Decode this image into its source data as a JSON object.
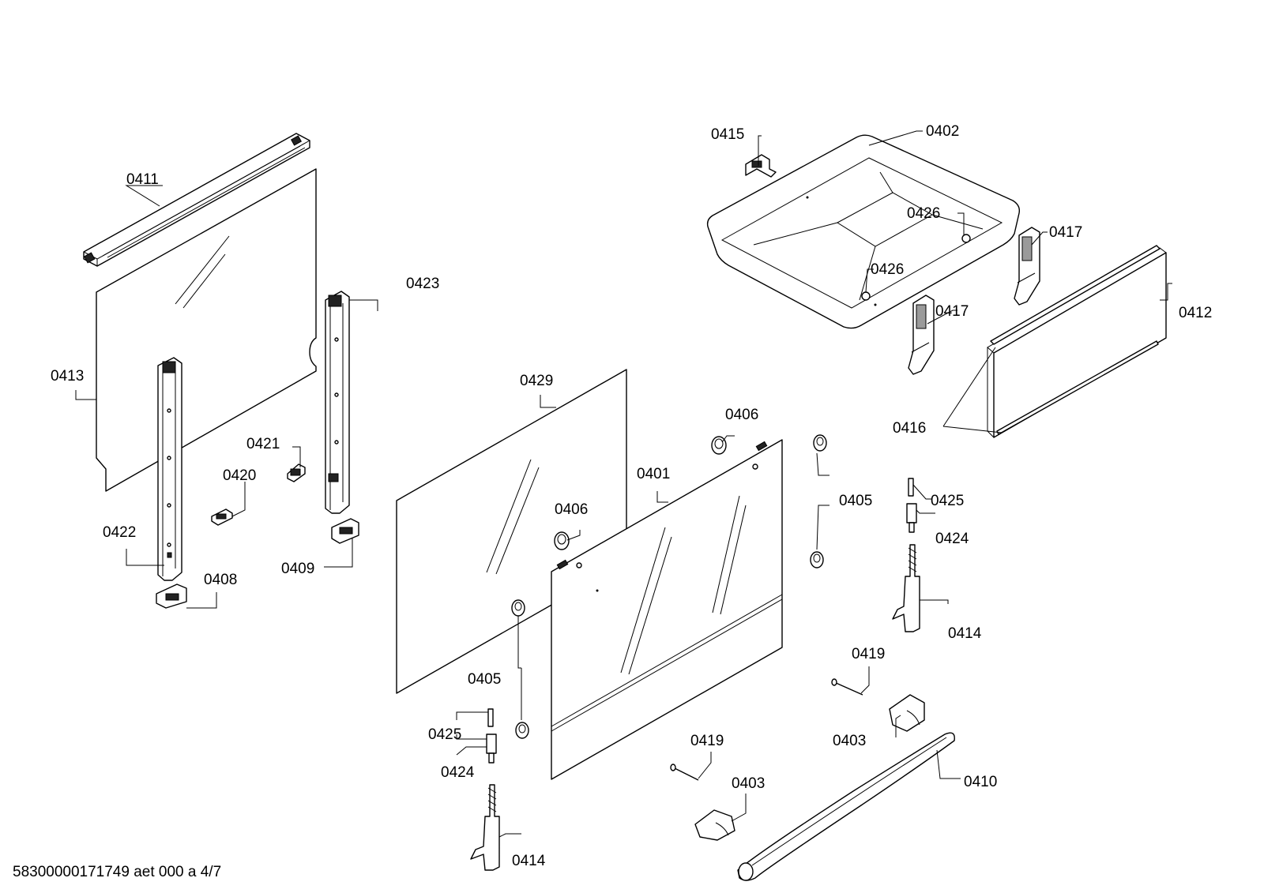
{
  "diagram": {
    "footer_code": "58300000171749 aet 000 a 4/7",
    "labels": {
      "p0401": "0401",
      "p0402": "0402",
      "p0403a": "0403",
      "p0403b": "0403",
      "p0405a": "0405",
      "p0405b": "0405",
      "p0406a": "0406",
      "p0406b": "0406",
      "p0408": "0408",
      "p0409": "0409",
      "p0410": "0410",
      "p0411": "0411",
      "p0412": "0412",
      "p0413": "0413",
      "p0414a": "0414",
      "p0414b": "0414",
      "p0415": "0415",
      "p0416": "0416",
      "p0417a": "0417",
      "p0417b": "0417",
      "p0419a": "0419",
      "p0419b": "0419",
      "p0420": "0420",
      "p0421": "0421",
      "p0422": "0422",
      "p0423": "0423",
      "p0424a": "0424",
      "p0424b": "0424",
      "p0425a": "0425",
      "p0425b": "0425",
      "p0426a": "0426",
      "p0426b": "0426",
      "p0429": "0429"
    }
  }
}
